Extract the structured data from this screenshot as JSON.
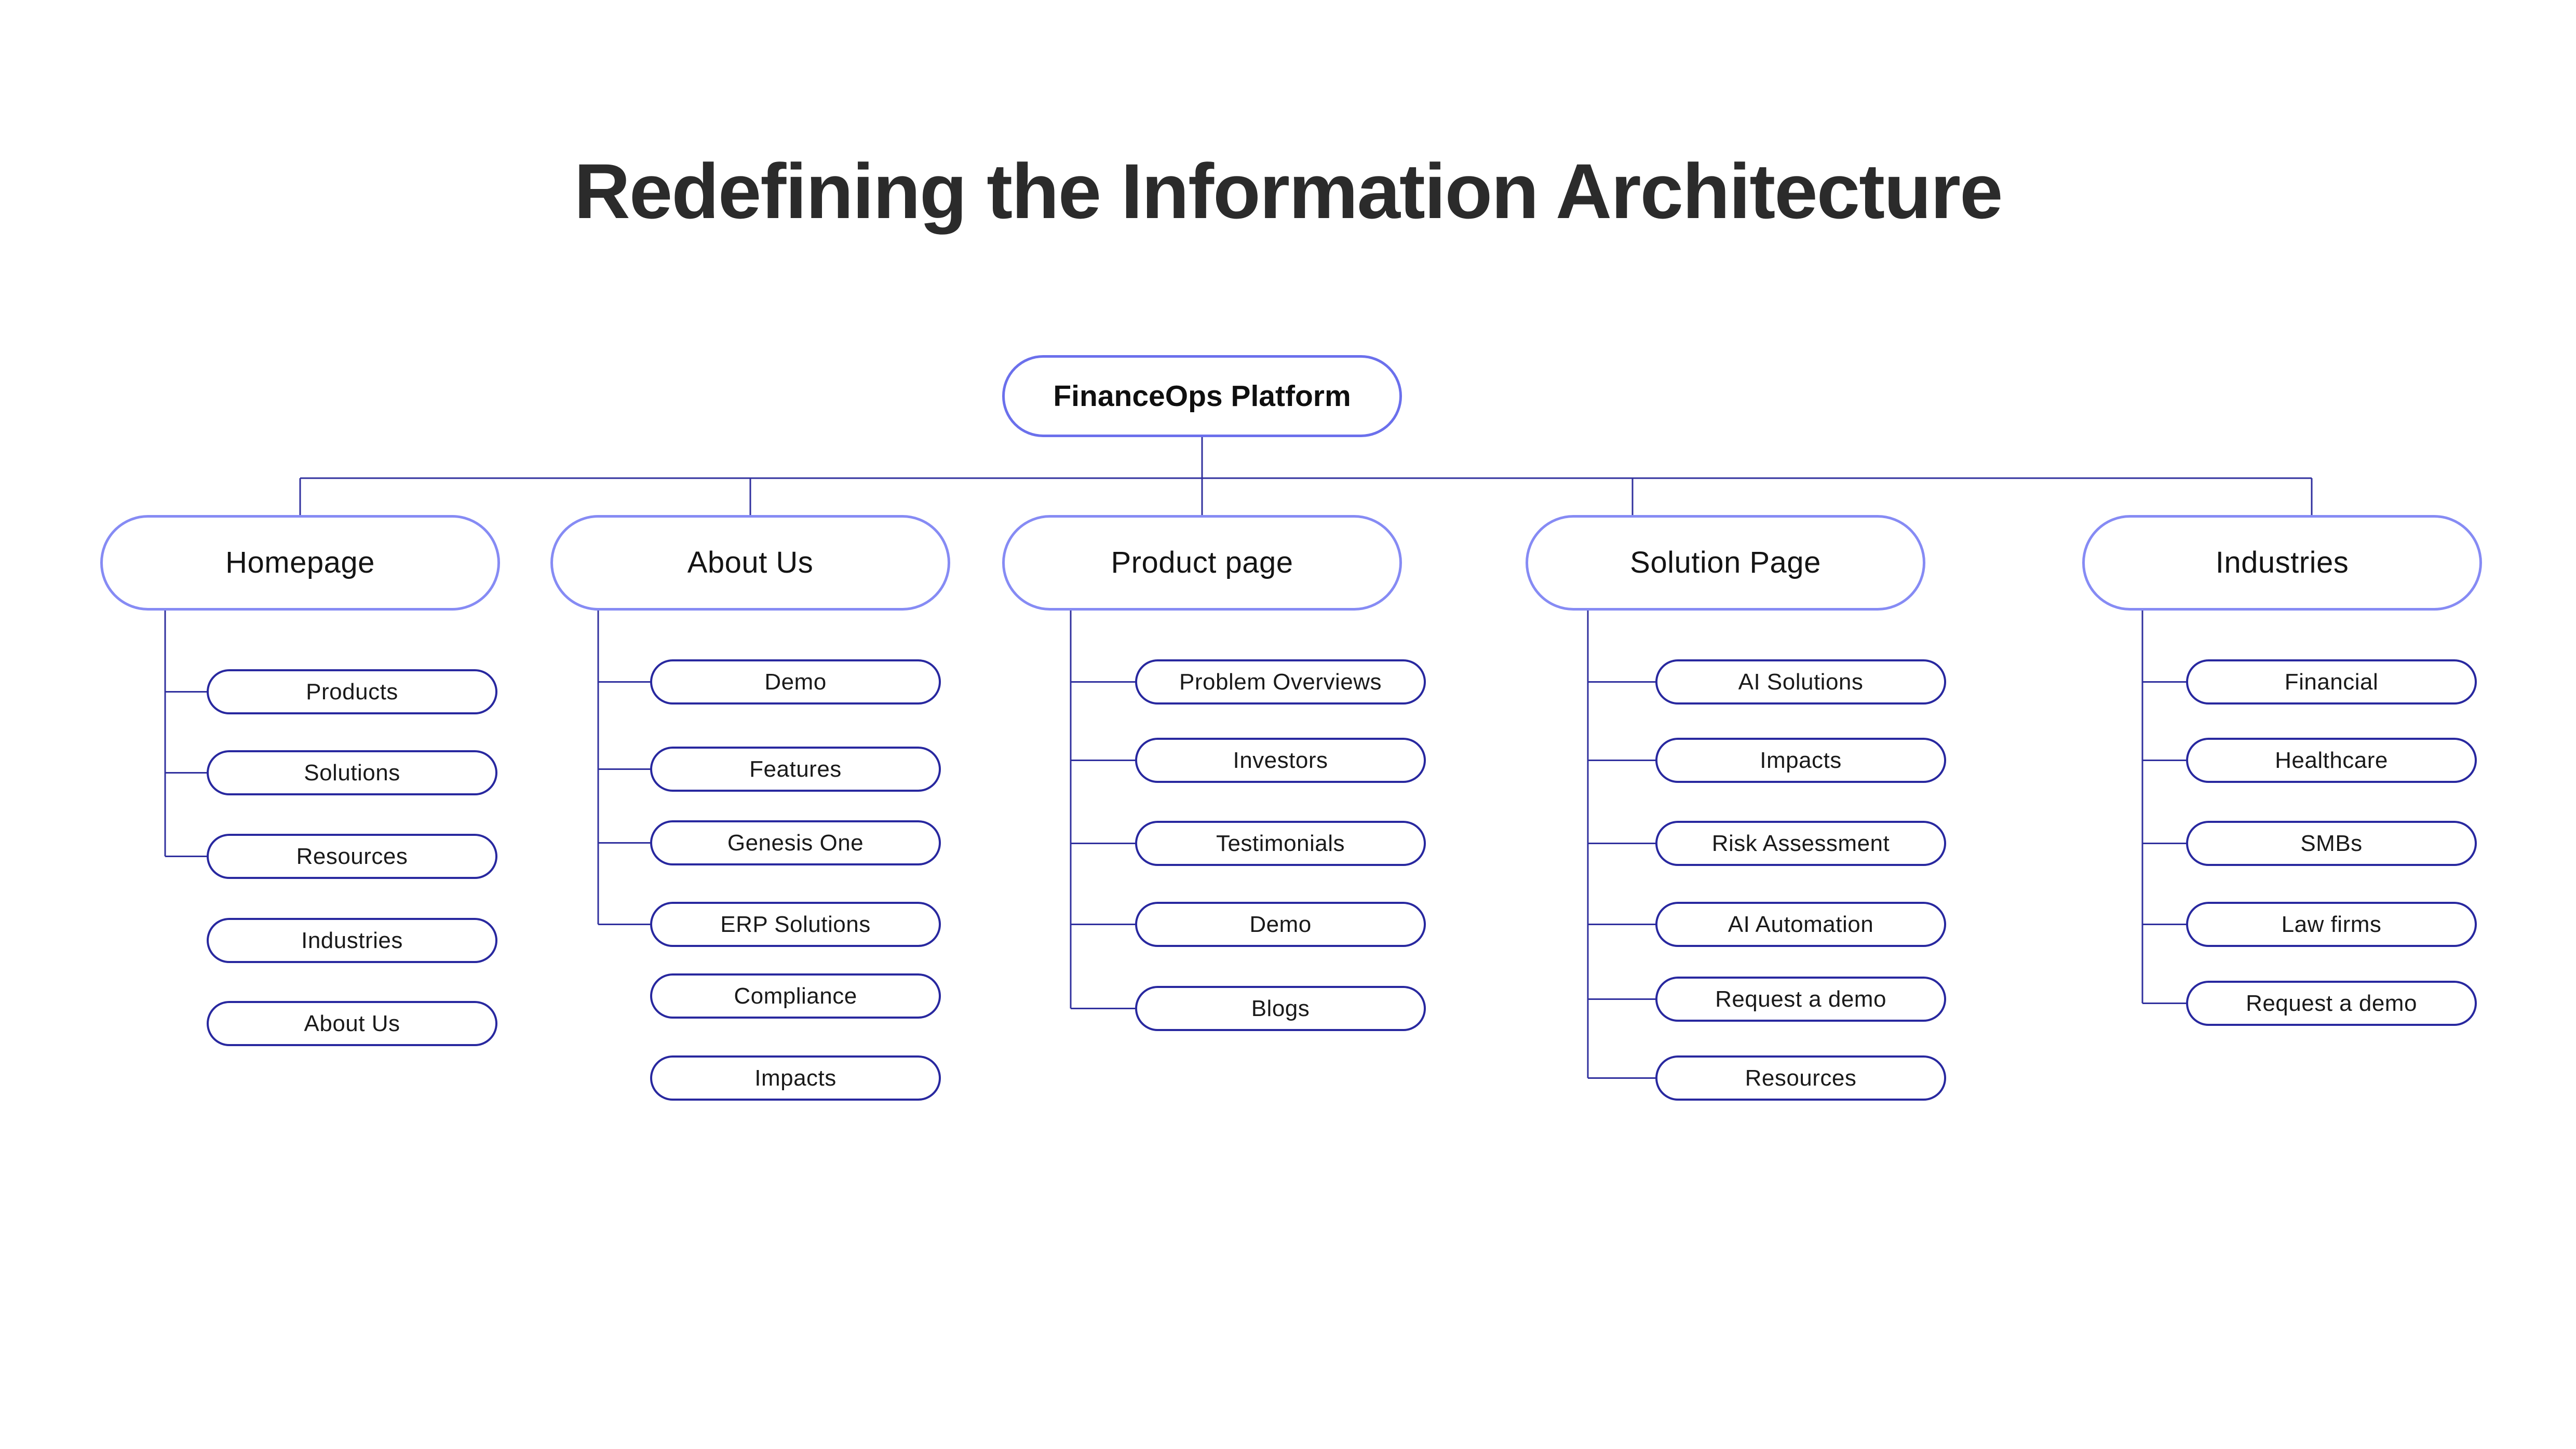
{
  "title": "Redefining the Information Architecture",
  "diagram": {
    "root": {
      "label": "FinanceOps Platform"
    },
    "columns": [
      {
        "label": "Homepage",
        "children": [
          {
            "label": "Products",
            "linked": true
          },
          {
            "label": "Solutions",
            "linked": true
          },
          {
            "label": "Resources",
            "linked": true
          },
          {
            "label": "Industries",
            "linked": false
          },
          {
            "label": "About Us",
            "linked": false
          }
        ]
      },
      {
        "label": "About Us",
        "children": [
          {
            "label": "Demo",
            "linked": true
          },
          {
            "label": "Features",
            "linked": true
          },
          {
            "label": "Genesis One",
            "linked": true
          },
          {
            "label": "ERP Solutions",
            "linked": true
          },
          {
            "label": "Compliance",
            "linked": false
          },
          {
            "label": "Impacts",
            "linked": false
          }
        ]
      },
      {
        "label": "Product page",
        "children": [
          {
            "label": "Problem Overviews",
            "linked": true
          },
          {
            "label": "Investors",
            "linked": true
          },
          {
            "label": "Testimonials",
            "linked": true
          },
          {
            "label": "Demo",
            "linked": true
          },
          {
            "label": "Blogs",
            "linked": true
          }
        ]
      },
      {
        "label": "Solution Page",
        "children": [
          {
            "label": "AI Solutions",
            "linked": true
          },
          {
            "label": "Impacts",
            "linked": true
          },
          {
            "label": "Risk Assessment",
            "linked": true
          },
          {
            "label": "AI Automation",
            "linked": true
          },
          {
            "label": "Request a demo",
            "linked": true
          },
          {
            "label": "Resources",
            "linked": true
          }
        ]
      },
      {
        "label": "Industries",
        "children": [
          {
            "label": "Financial",
            "linked": true
          },
          {
            "label": "Healthcare",
            "linked": true
          },
          {
            "label": "SMBs",
            "linked": true
          },
          {
            "label": "Law firms",
            "linked": true
          },
          {
            "label": "Request a demo",
            "linked": true
          }
        ]
      }
    ]
  },
  "colors": {
    "background": "#ffffff",
    "title_text": "#2b2b2b",
    "node_text": "#161616",
    "root_border": "#6b70ec",
    "top_border": "#868bf4",
    "child_border": "#28289f",
    "connector": "#30309e"
  }
}
